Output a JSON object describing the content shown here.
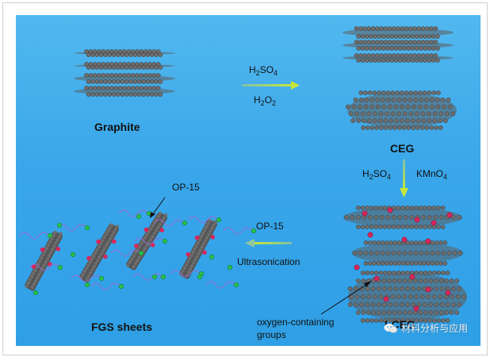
{
  "labels": {
    "graphite": "Graphite",
    "ceg": "CEG",
    "lceg": "LCEG",
    "fgs": "FGS sheets",
    "op15_top": "OP-15",
    "op15_arrow": "OP-15",
    "ultrasonication": "Ultrasonication",
    "oxygen_line1": "oxygen-containing",
    "oxygen_line2": "groups"
  },
  "step1": {
    "acid_base": "H",
    "acid_sub1": "2",
    "acid_mid": "SO",
    "acid_sub2": "4",
    "perox_base": "H",
    "perox_sub1": "2",
    "perox_mid": "O",
    "perox_sub2": "2"
  },
  "step2": {
    "acid_base": "H",
    "acid_sub1": "2",
    "acid_mid": "SO",
    "acid_sub2": "4",
    "oxid_base": "KMnO",
    "oxid_sub": "4"
  },
  "watermark": "材料分析与应用",
  "colors": {
    "background": "#3aa7ea",
    "arrow": "#b8e04a",
    "carbon": "#6e6e6e",
    "oxygen": "#d8265a",
    "surfactant_head": "#26c24a",
    "surfactant_tail": "#9a6ad0"
  }
}
